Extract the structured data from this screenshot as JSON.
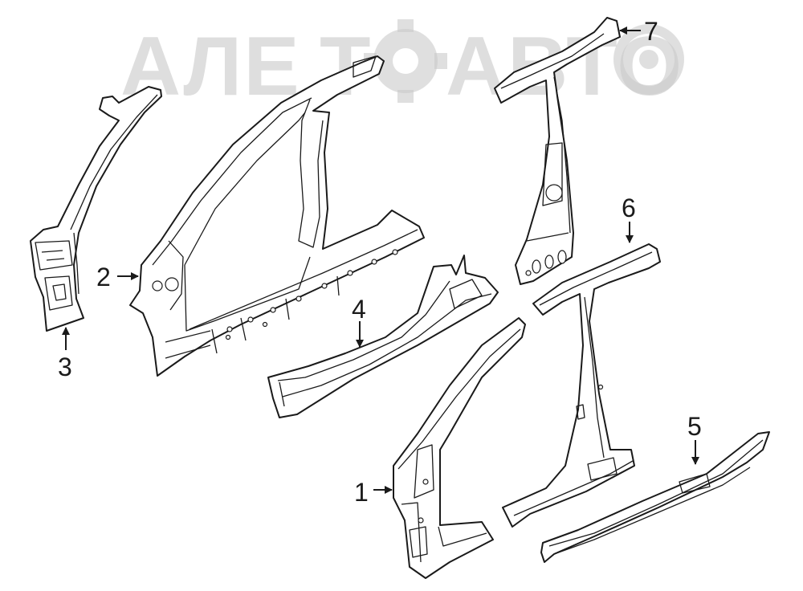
{
  "watermark": {
    "text_left": "АЛЕ",
    "text_middle": "Т",
    "text_right": "АВТО"
  },
  "callouts": [
    {
      "id": "1",
      "label": "1"
    },
    {
      "id": "2",
      "label": "2"
    },
    {
      "id": "3",
      "label": "3"
    },
    {
      "id": "4",
      "label": "4"
    },
    {
      "id": "5",
      "label": "5"
    },
    {
      "id": "6",
      "label": "6"
    },
    {
      "id": "7",
      "label": "7"
    }
  ]
}
